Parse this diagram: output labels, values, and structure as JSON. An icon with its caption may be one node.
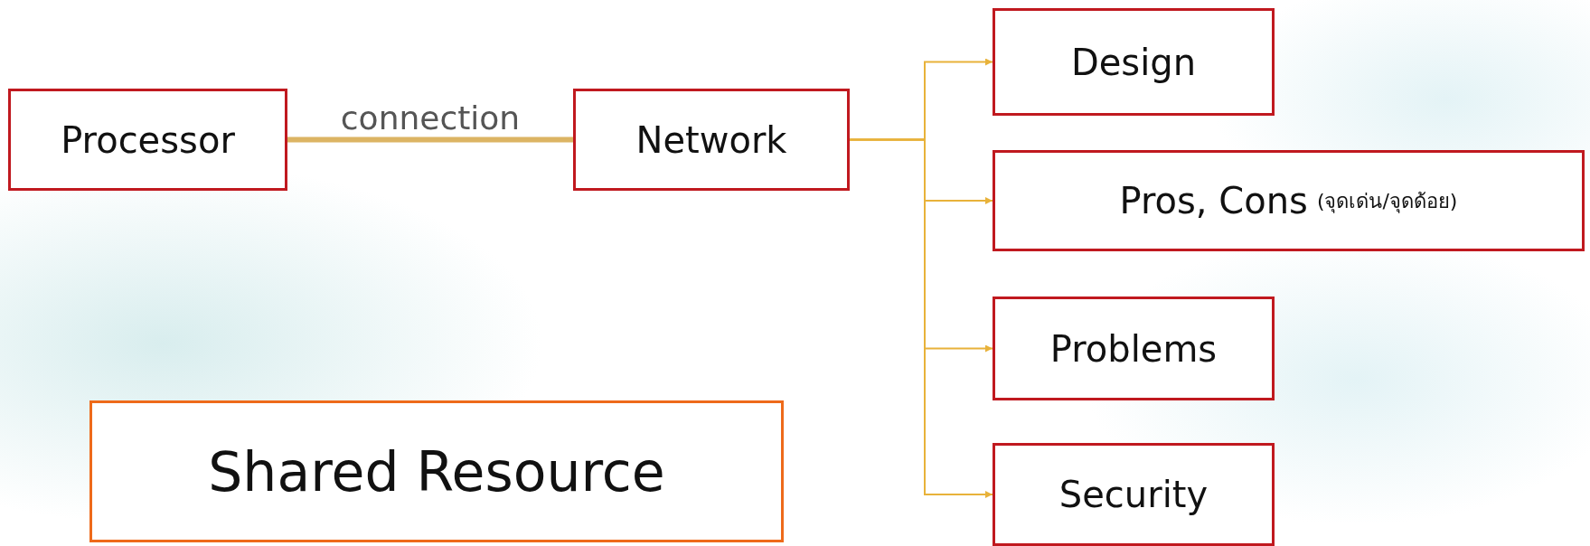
{
  "diagram": {
    "nodes": [
      {
        "text": [
          "Processor"
        ]
      },
      {
        "text": [
          "Network"
        ]
      },
      {
        "text": [
          "Design"
        ]
      },
      {
        "text": [
          "Pros, Cons",
          "(จุดเด่น/จุดด้อย)"
        ]
      },
      {
        "text": [
          "Problems"
        ]
      },
      {
        "text": [
          "Security"
        ]
      },
      {
        "text": [
          "Shared Resource"
        ]
      }
    ],
    "edges": [
      {
        "from": 0,
        "to": 1,
        "arrow": "none",
        "label": "connection",
        "style": "thick"
      },
      {
        "from": 1,
        "to": 2,
        "arrow": "to"
      },
      {
        "from": 1,
        "to": 3,
        "arrow": "to"
      },
      {
        "from": 1,
        "to": 4,
        "arrow": "to"
      },
      {
        "from": 1,
        "to": 5,
        "arrow": "to"
      }
    ]
  }
}
